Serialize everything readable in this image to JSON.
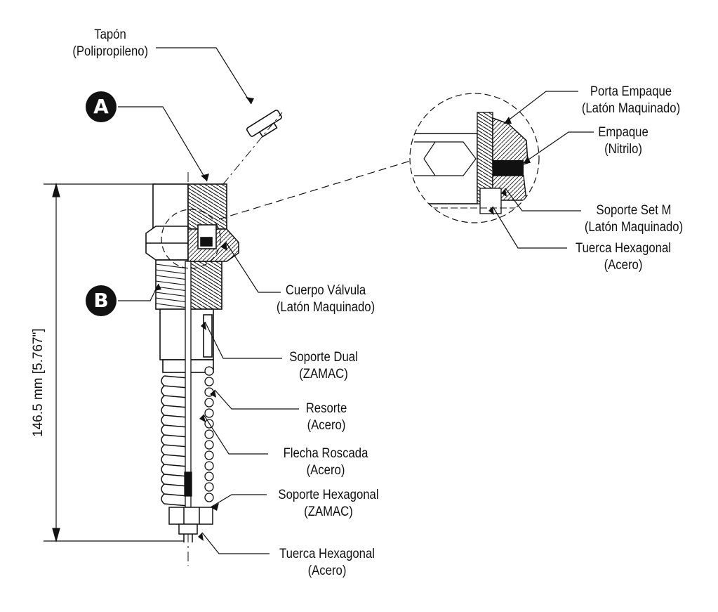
{
  "callouts": {
    "tapon": {
      "name": "Tapón",
      "material": "(Polipropileno)"
    },
    "cuerpo_valvula": {
      "name": "Cuerpo Válvula",
      "material": "(Latón Maquinado)"
    },
    "soporte_dual": {
      "name": "Soporte Dual",
      "material": "(ZAMAC)"
    },
    "resorte": {
      "name": "Resorte",
      "material": "(Acero)"
    },
    "flecha_roscada": {
      "name": "Flecha Roscada",
      "material": "(Acero)"
    },
    "soporte_hexagonal": {
      "name": "Soporte Hexagonal",
      "material": "(ZAMAC)"
    },
    "tuerca_hexagonal_bottom": {
      "name": "Tuerca Hexagonal",
      "material": "(Acero)"
    },
    "porta_empaque": {
      "name": "Porta Empaque",
      "material": "(Latón Maquinado)"
    },
    "empaque": {
      "name": "Empaque",
      "material": "(Nitrilo)"
    },
    "soporte_set_m": {
      "name": "Soporte Set M",
      "material": "(Latón Maquinado)"
    },
    "tuerca_hexagonal_detail": {
      "name": "Tuerca Hexagonal",
      "material": "(Acero)"
    }
  },
  "markers": {
    "a": "A",
    "b": "B"
  },
  "dimension": {
    "height_label": "146.5 mm [5.767\"]"
  },
  "colors": {
    "line": "#111111",
    "background": "#ffffff"
  }
}
